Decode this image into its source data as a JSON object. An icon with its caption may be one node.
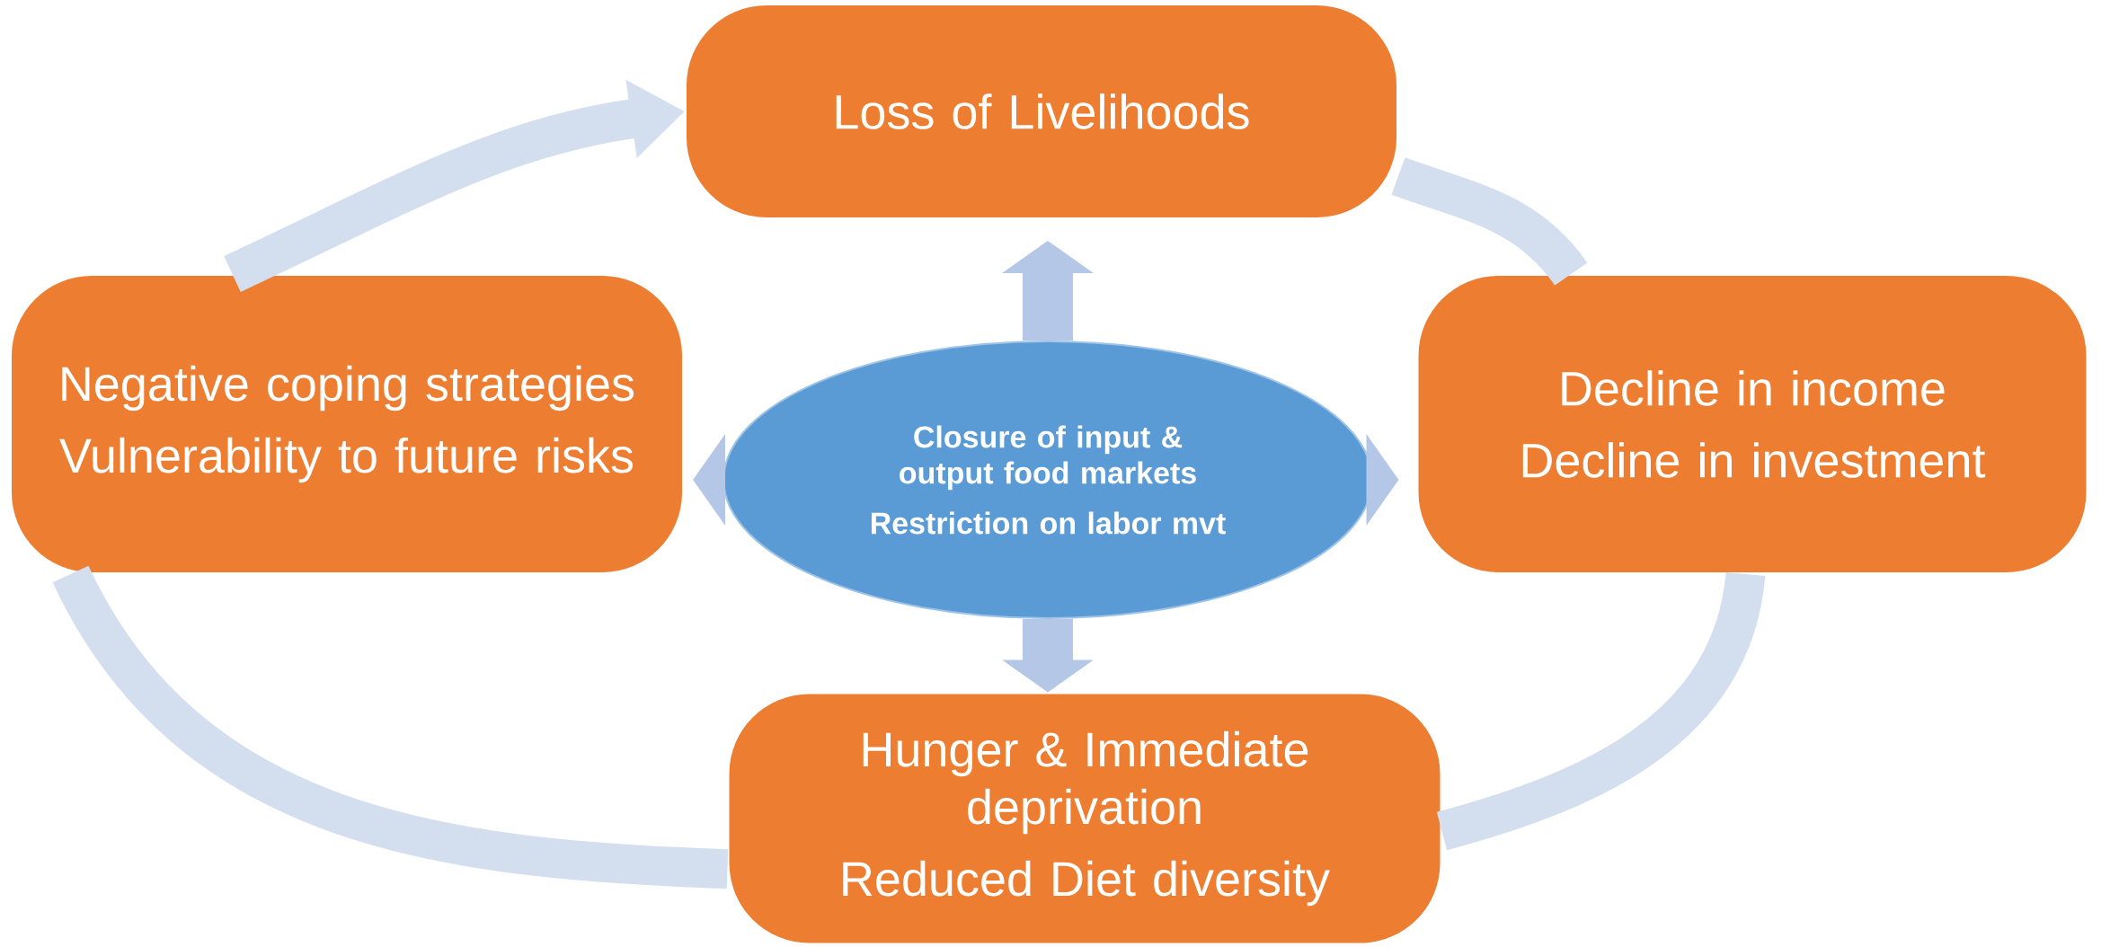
{
  "diagram": {
    "nodes": [
      {
        "text": [
          "Loss of Livelihoods"
        ]
      },
      {
        "text": [
          "Negative coping strategies",
          "Vulnerability to future risks"
        ]
      },
      {
        "text": [
          "Closure of input & output food markets",
          "Restriction on labor mvt"
        ]
      },
      {
        "text": [
          "Decline in income",
          "Decline in investment"
        ]
      },
      {
        "text": [
          "Hunger & Immediate deprivation",
          "Reduced Diet diversity"
        ]
      }
    ],
    "edges": [
      {
        "from": 1,
        "to": 0,
        "arrow": "to",
        "color": "#d3deef"
      },
      {
        "from": 0,
        "to": 3,
        "arrow": "none",
        "color": "#d3deef"
      },
      {
        "from": 3,
        "to": 4,
        "arrow": "none",
        "color": "#d3deef"
      },
      {
        "from": 4,
        "to": 1,
        "arrow": "none",
        "color": "#d3deef"
      },
      {
        "from": 2,
        "to": 0,
        "arrow": "to",
        "color": "#b4c7e7"
      },
      {
        "from": 2,
        "to": 1,
        "arrow": "to",
        "color": "#b4c7e7"
      },
      {
        "from": 2,
        "to": 3,
        "arrow": "to",
        "color": "#b4c7e7"
      },
      {
        "from": 2,
        "to": 4,
        "arrow": "to",
        "color": "#b4c7e7"
      }
    ]
  }
}
